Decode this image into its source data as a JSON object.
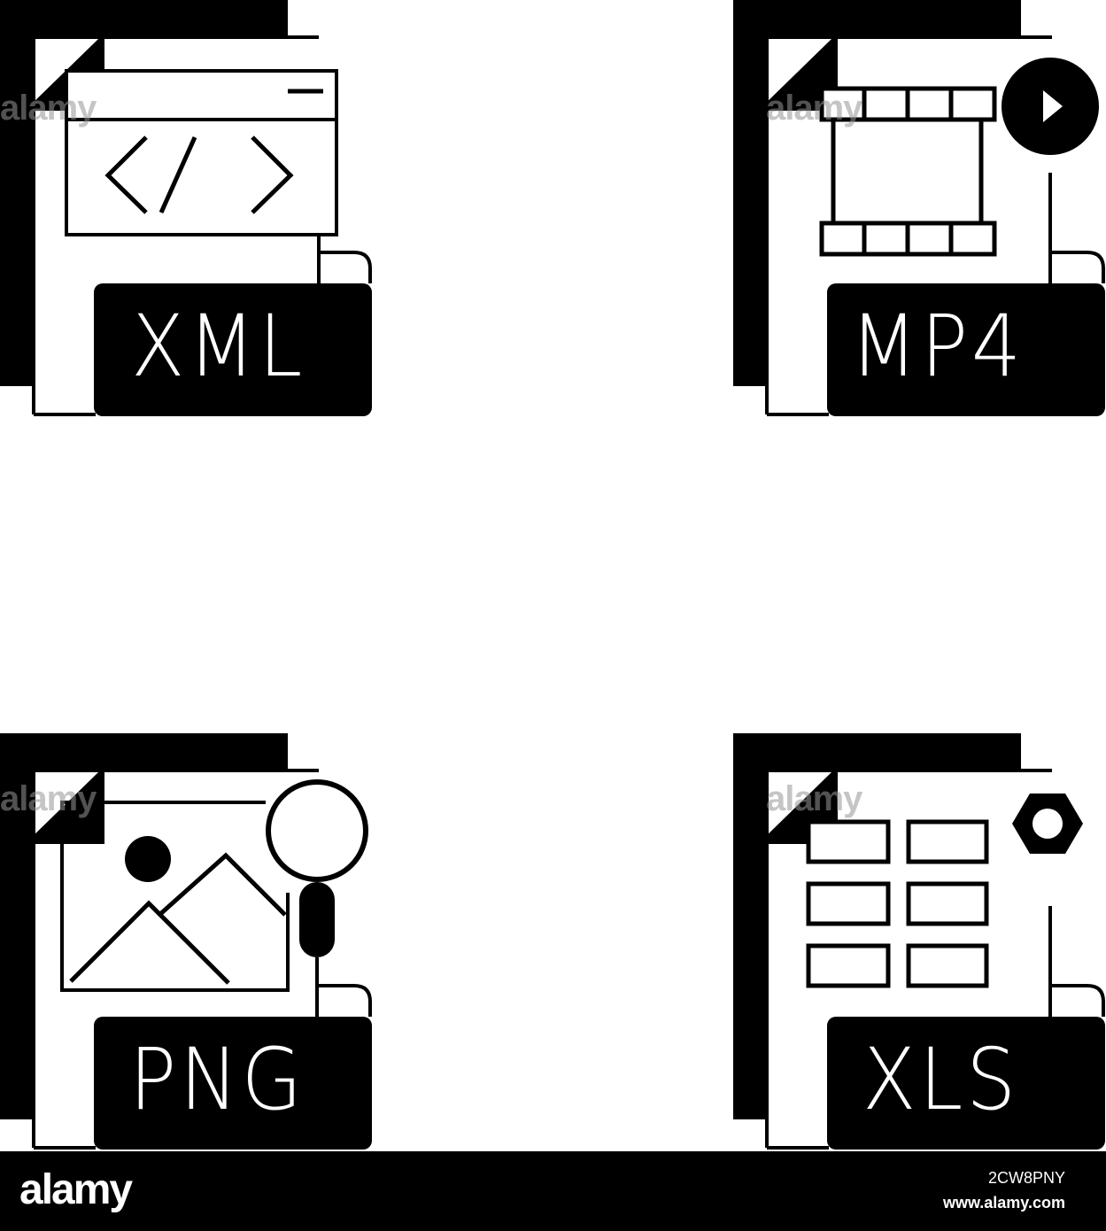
{
  "icons": [
    {
      "name": "xml-file-icon",
      "label": "XML"
    },
    {
      "name": "mp4-file-icon",
      "label": "MP4"
    },
    {
      "name": "png-file-icon",
      "label": "PNG"
    },
    {
      "name": "xls-file-icon",
      "label": "XLS"
    }
  ],
  "watermark": {
    "text": "alamy"
  },
  "footer": {
    "brand": "alamy",
    "image_id": "2CW8PNY",
    "site": "www.alamy.com"
  },
  "colors": {
    "icon": "#000000",
    "background": "#ffffff"
  }
}
